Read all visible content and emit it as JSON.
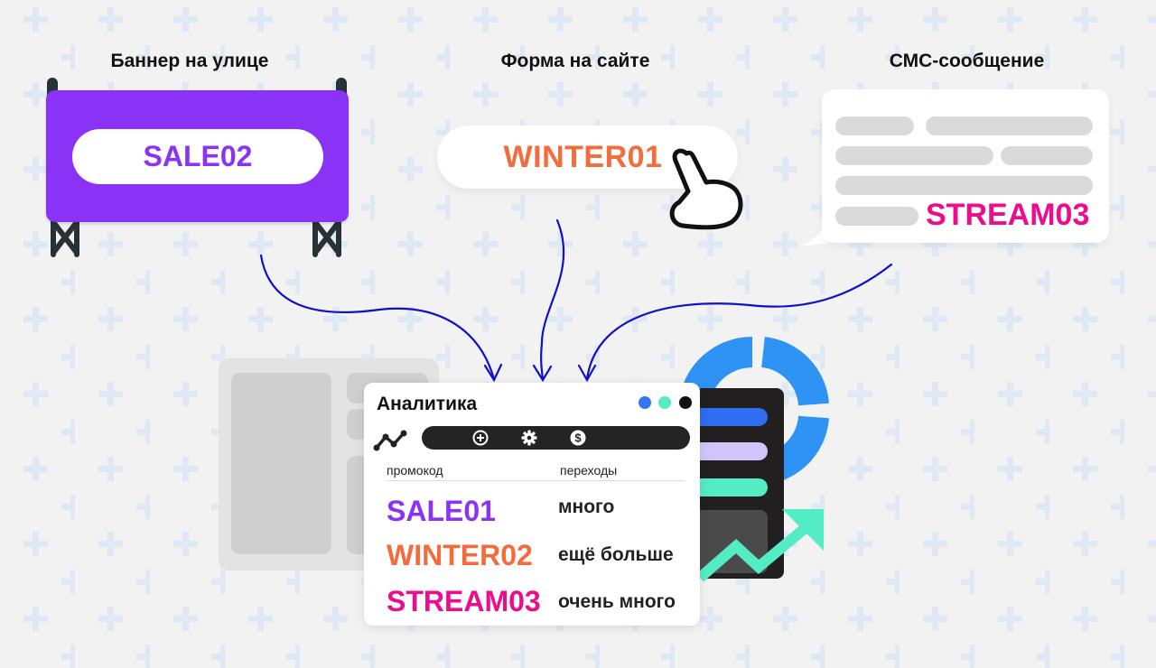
{
  "captions": {
    "banner": "Баннер на улице",
    "form": "Форма на сайте",
    "sms": "СМС-сообщение"
  },
  "sources": {
    "banner": {
      "code": "SALE02",
      "color": "#8a33f7",
      "icon": "street-banner-icon"
    },
    "form": {
      "code": "WINTER01",
      "color": "#f46c3b",
      "icon": "pointing-hand-icon"
    },
    "sms": {
      "code": "STREAM03",
      "color": "#ec0c8e",
      "icon": "message-bubble-icon"
    }
  },
  "analytics": {
    "title": "Аналитика",
    "window_dots": [
      "#3475f2",
      "#54ecc5",
      "#111111"
    ],
    "toolbar_icons": [
      "plus-circle-icon",
      "gear-icon",
      "dollar-icon"
    ],
    "columns": {
      "code": "промокод",
      "clicks": "переходы"
    },
    "rows": [
      {
        "code": "SALE01",
        "clicks": "много",
        "color": "#8a33f7"
      },
      {
        "code": "WINTER02",
        "clicks": "ещё больше",
        "color": "#f46c3b"
      },
      {
        "code": "STREAM03",
        "clicks": "очень много",
        "color": "#ec0c8e"
      }
    ]
  },
  "colors": {
    "background": "#f2f2f2",
    "pattern": "#dde8f5",
    "arrow": "#1010c8",
    "donut": "#2f93f5",
    "phone_bars": [
      "#2f6ef0",
      "#d1c4fb",
      "#54ecc5"
    ],
    "trend_arrow": "#54ecc5"
  }
}
